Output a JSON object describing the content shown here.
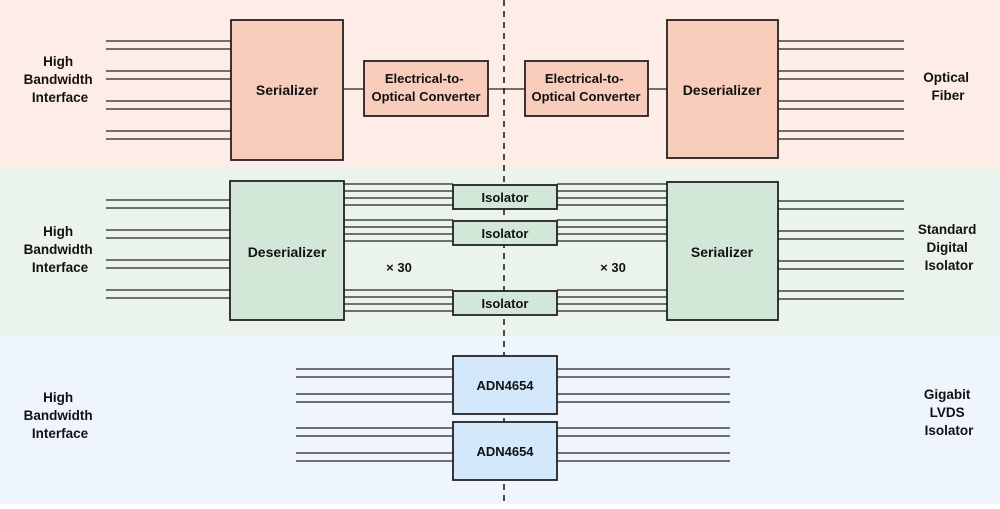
{
  "colors": {
    "band_optical": "#fdede6",
    "band_isolator": "#eaf3ec",
    "band_lvds": "#eef5fc",
    "block_optical": "#f8cdbc",
    "block_isolator": "#d2e7d7",
    "block_lvds": "#d3e8fb",
    "stroke": "#222222"
  },
  "rows": {
    "optical": {
      "left_label": [
        "High",
        "Bandwidth",
        "Interface"
      ],
      "right_label": [
        "Optical",
        "Fiber"
      ],
      "serializer_label": "Serializer",
      "converter_left_label": [
        "Electrical-to-",
        "Optical Converter"
      ],
      "converter_right_label": [
        "Electrical-to-",
        "Optical Converter"
      ],
      "deserializer_label": "Deserializer"
    },
    "isolator": {
      "left_label": [
        "High",
        "Bandwidth",
        "Interface"
      ],
      "right_label": [
        "Standard",
        "Digital",
        "Isolator"
      ],
      "deserializer_label": "Deserializer",
      "serializer_label": "Serializer",
      "isolator_labels": [
        "Isolator",
        "Isolator",
        "Isolator"
      ],
      "multiplier_left": "× 30",
      "multiplier_right": "× 30"
    },
    "lvds": {
      "left_label": [
        "High",
        "Bandwidth",
        "Interface"
      ],
      "right_label": [
        "Gigabit",
        "LVDS",
        "Isolator"
      ],
      "chip_labels": [
        "ADN4654",
        "ADN4654"
      ]
    }
  }
}
